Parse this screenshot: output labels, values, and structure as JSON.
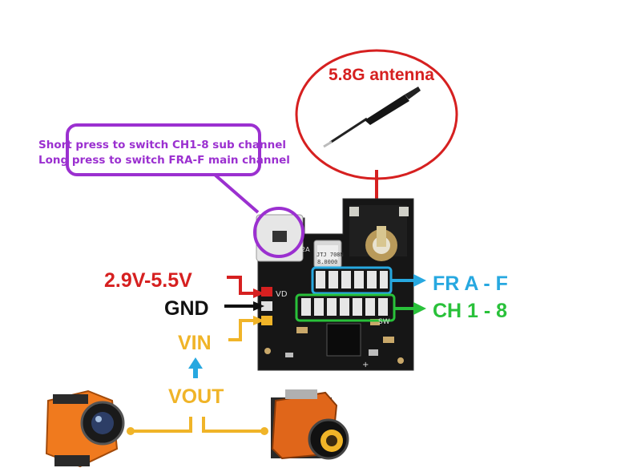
{
  "antenna": {
    "label": "5.8G antenna"
  },
  "button_note": {
    "line1": "Short press to switch CH1-8 sub channel",
    "line2": "Long press to switch FRA-F main channel"
  },
  "pins": {
    "voltage": "2.9V-5.5V",
    "gnd": "GND",
    "vin": "VIN",
    "vout": "VOUT"
  },
  "channels": {
    "fr": "FR A - F",
    "ch": "CH 1 - 8"
  },
  "board": {
    "crystal": "8.0000",
    "crystal_code": "JTJ 708N",
    "silk_vd": "VD",
    "silk_sw": "SW",
    "silk_2a": "2A",
    "silk_plus": "+"
  },
  "colors": {
    "red": "#d62020",
    "purple": "#9b30d0",
    "blue": "#27a8e0",
    "green": "#29c13a",
    "yellow": "#f0b428",
    "black": "#111111"
  }
}
